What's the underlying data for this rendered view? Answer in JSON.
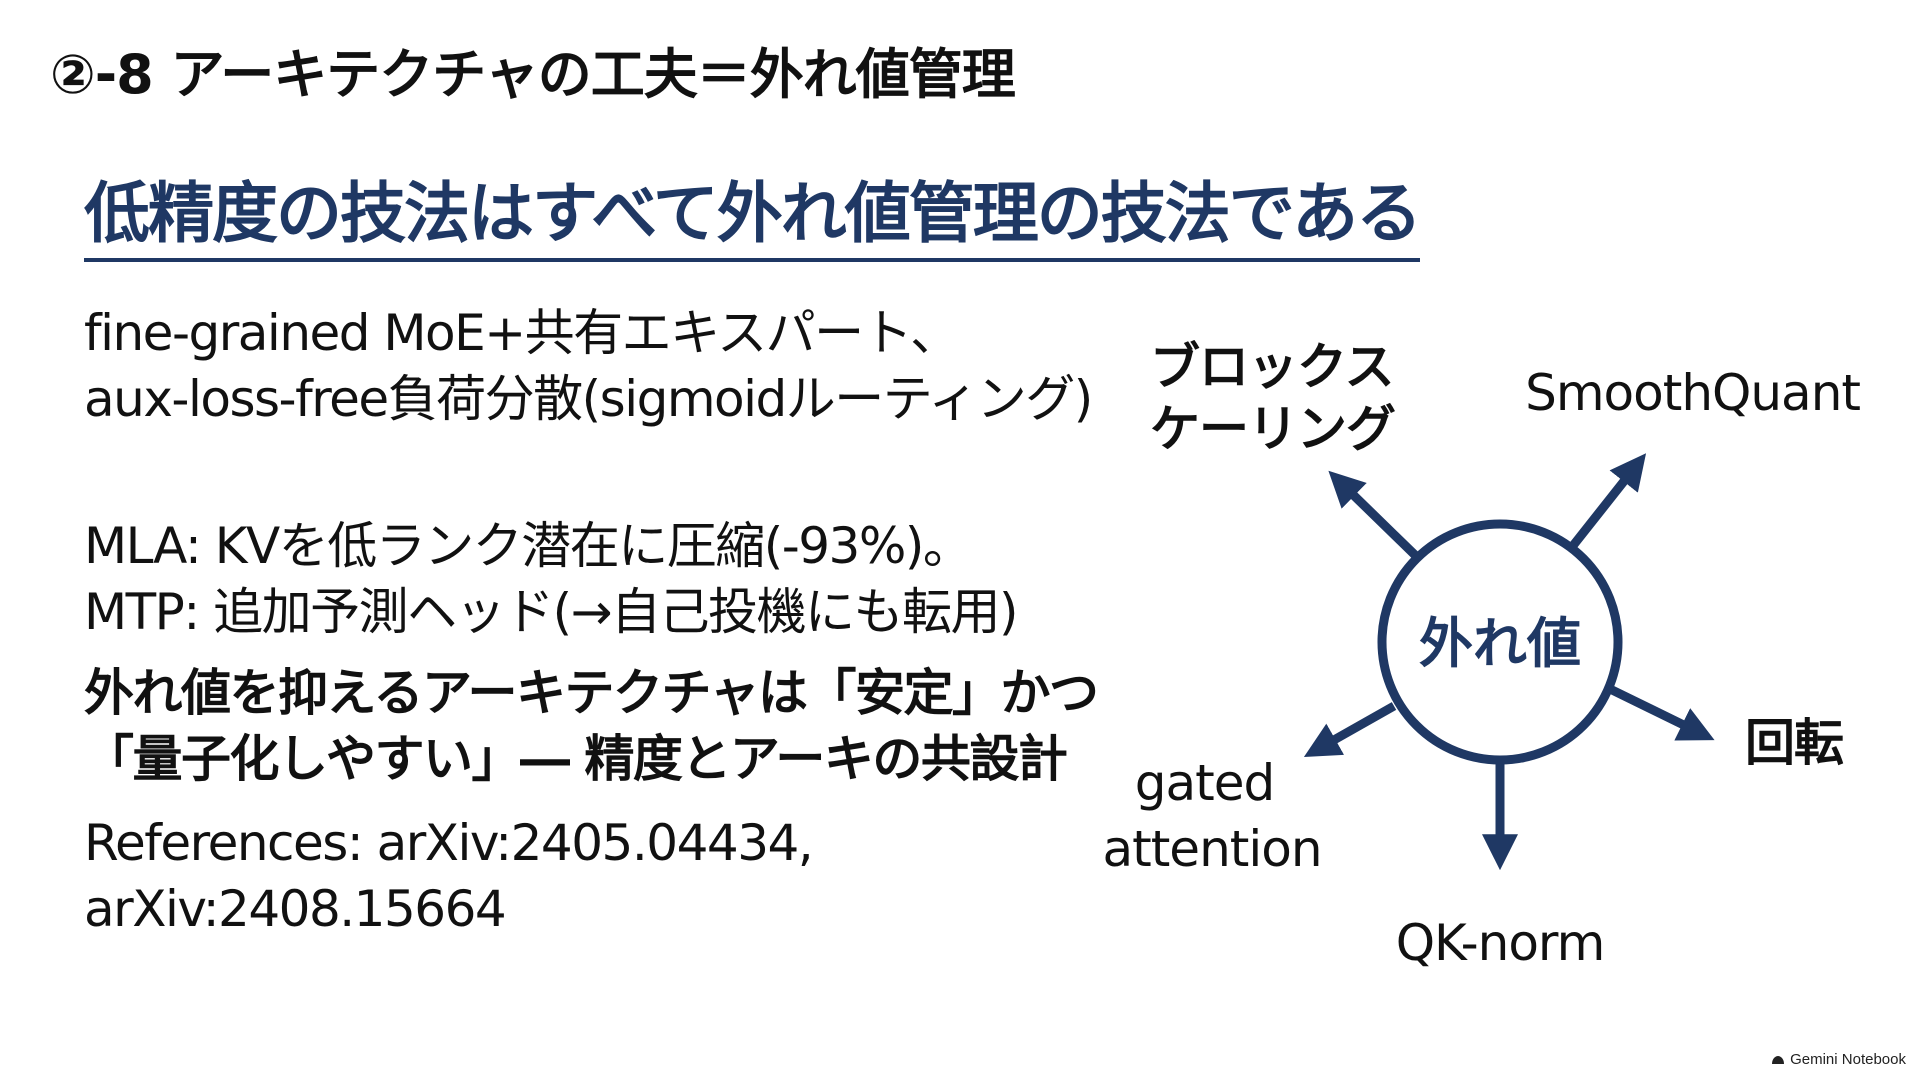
{
  "slide": {
    "title": "②-8 アーキテクチャの工夫＝外れ値管理",
    "headline": "低精度の技法はすべて外れ値管理の技法である"
  },
  "body": {
    "moe": [
      "fine-grained MoE+共有エキスパート、",
      "aux-loss-free負荷分散(sigmoidルーティング)"
    ],
    "mla": [
      "MLA: KVを低ランク潜在に圧縮(-93%)。",
      "MTP: 追加予測ヘッド(→自己投機にも転用)"
    ],
    "key_point": [
      "外れ値を抑えるアーキテクチャは「安定」かつ",
      "「量子化しやすい」― 精度とアーキの共設計"
    ],
    "references": [
      "References: arXiv:2405.04434,",
      "arXiv:2408.15664"
    ]
  },
  "diagram": {
    "center": "外れ値",
    "spokes": {
      "block_scaling": [
        "ブロックス",
        "ケーリング"
      ],
      "smoothquant": "SmoothQuant",
      "rotation": "回転",
      "qk_norm": "QK-norm",
      "gated_attention": [
        "gated",
        "attention"
      ]
    },
    "colors": {
      "accent": "#1f3864",
      "text": "#111111"
    }
  },
  "brand": {
    "name": "Gemini Notebook",
    "icon": "gemini-notebook-icon"
  }
}
